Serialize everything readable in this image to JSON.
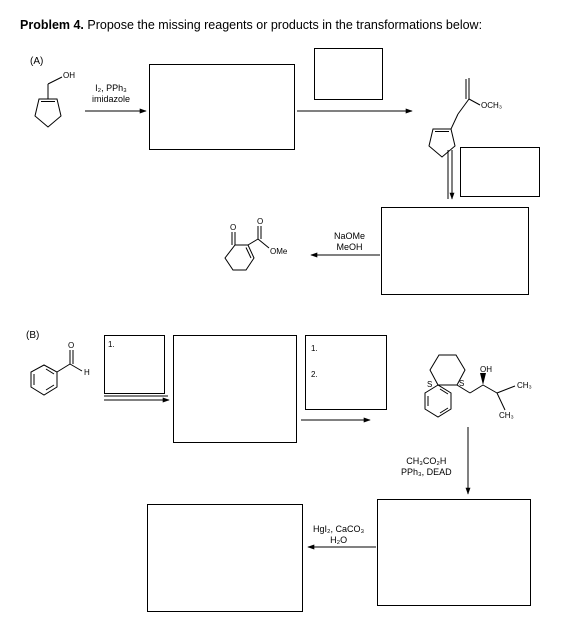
{
  "header": {
    "problem_number": "Problem 4.",
    "instruction": "Propose the missing reagents or products in the transformations below:"
  },
  "part_a": {
    "label": "(A)",
    "start_oh": "OH",
    "reagent_line1": "I₂, PPh₃",
    "reagent_line2": "imidazole",
    "product_och3": "OCH₃",
    "step4_line1": "NaOMe",
    "step4_line2": "MeOH",
    "final_ketone_o": "O",
    "final_ester_o": "O",
    "final_ome": "OMe"
  },
  "part_b": {
    "label": "(B)",
    "aldehyde_o": "O",
    "aldehyde_h": "H",
    "box1_step": "1.",
    "box3_step1": "1.",
    "box3_step2": "2.",
    "dithiane_s1": "S",
    "dithiane_s2": "S",
    "oh_label": "OH",
    "ch3_top": "CH₃",
    "ch3_bottom": "CH₃",
    "mitsunobu_line1": "CH₃CO₂H",
    "mitsunobu_line2": "PPh₃, DEAD",
    "hydrolysis_line1": "HgI₂, CaCO₃",
    "hydrolysis_line2": "H₂O"
  }
}
